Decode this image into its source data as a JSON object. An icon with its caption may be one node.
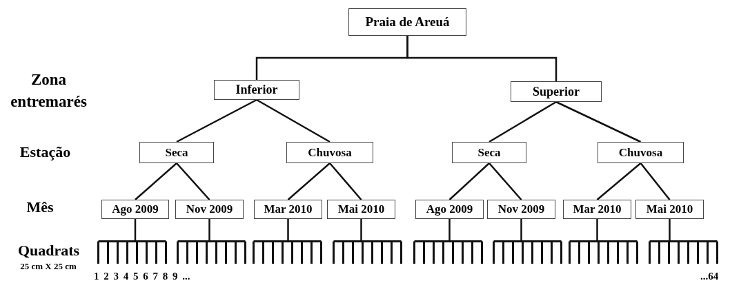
{
  "diagram": {
    "nodes": [
      {
        "text": [
          "Praia de Areuá"
        ]
      },
      {
        "text": [
          "Inferior"
        ]
      },
      {
        "text": [
          "Superior"
        ]
      },
      {
        "text": [
          "Seca"
        ]
      },
      {
        "text": [
          "Chuvosa"
        ]
      },
      {
        "text": [
          "Seca"
        ]
      },
      {
        "text": [
          "Chuvosa"
        ]
      },
      {
        "text": [
          "Ago 2009"
        ]
      },
      {
        "text": [
          "Nov 2009"
        ]
      },
      {
        "text": [
          "Mar 2010"
        ]
      },
      {
        "text": [
          "Mai 2010"
        ]
      },
      {
        "text": [
          "Ago 2009"
        ]
      },
      {
        "text": [
          "Nov 2009"
        ]
      },
      {
        "text": [
          "Mar 2010"
        ]
      },
      {
        "text": [
          "Mai 2010"
        ]
      },
      {
        "text": [],
        "shape": "comb"
      },
      {
        "text": [],
        "shape": "comb"
      },
      {
        "text": [],
        "shape": "comb"
      },
      {
        "text": [],
        "shape": "comb"
      },
      {
        "text": [],
        "shape": "comb"
      },
      {
        "text": [],
        "shape": "comb"
      },
      {
        "text": [],
        "shape": "comb"
      },
      {
        "text": [],
        "shape": "comb"
      }
    ],
    "edges": [
      {
        "from": 0,
        "to": 1,
        "arrow": "none"
      },
      {
        "from": 0,
        "to": 2,
        "arrow": "none"
      },
      {
        "from": 1,
        "to": 3,
        "arrow": "none"
      },
      {
        "from": 1,
        "to": 4,
        "arrow": "none"
      },
      {
        "from": 2,
        "to": 5,
        "arrow": "none"
      },
      {
        "from": 2,
        "to": 6,
        "arrow": "none"
      },
      {
        "from": 3,
        "to": 7,
        "arrow": "none"
      },
      {
        "from": 3,
        "to": 8,
        "arrow": "none"
      },
      {
        "from": 4,
        "to": 9,
        "arrow": "none"
      },
      {
        "from": 4,
        "to": 10,
        "arrow": "none"
      },
      {
        "from": 5,
        "to": 11,
        "arrow": "none"
      },
      {
        "from": 5,
        "to": 12,
        "arrow": "none"
      },
      {
        "from": 6,
        "to": 13,
        "arrow": "none"
      },
      {
        "from": 6,
        "to": 14,
        "arrow": "none"
      },
      {
        "from": 7,
        "to": 15,
        "arrow": "none"
      },
      {
        "from": 8,
        "to": 16,
        "arrow": "none"
      },
      {
        "from": 9,
        "to": 17,
        "arrow": "none"
      },
      {
        "from": 10,
        "to": 18,
        "arrow": "none"
      },
      {
        "from": 11,
        "to": 19,
        "arrow": "none"
      },
      {
        "from": 12,
        "to": 20,
        "arrow": "none"
      },
      {
        "from": 13,
        "to": 21,
        "arrow": "none"
      },
      {
        "from": 14,
        "to": 22,
        "arrow": "none"
      }
    ],
    "labels": [
      "Zona entremarés",
      "Estação",
      "Mês",
      "Quadrats",
      "25 cm X 25 cm",
      "1 2 3 4 5 6 7 8 9 ...",
      "...64"
    ]
  }
}
